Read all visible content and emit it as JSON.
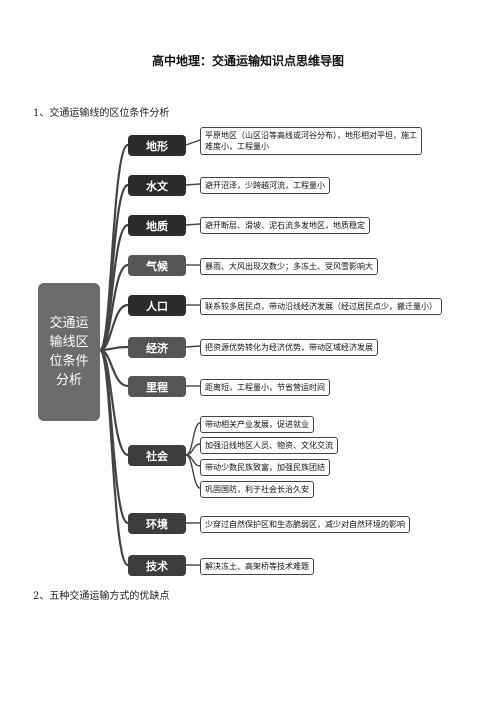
{
  "title": "高中地理：交通运输知识点思维导图",
  "sections": {
    "s1": "1、交通运输线的区位条件分析",
    "s2": "2、五种交通运输方式的优缺点"
  },
  "root": "交通运输线区位条件分析",
  "categories": {
    "terrain": "地形",
    "hydrology": "水文",
    "geology": "地质",
    "climate": "气候",
    "population": "人口",
    "economy": "经济",
    "mileage": "里程",
    "society": "社会",
    "environment": "环境",
    "technology": "技术"
  },
  "leaves": {
    "terrain": "平原地区（山区沿等高线或河谷分布），地形相对平坦，施工难度小，工程量小",
    "hydrology": "避开沼泽，少跨越河流，工程量小",
    "geology": "避开断层、滑坡、泥石流多发地区，地质稳定",
    "climate": "暴雨、大风出现次数少；多冻土、受风雪影响大",
    "population": "联系较多居民点，带动沿线经济发展（经过居民点少，搬迁量小）",
    "economy": "把资源优势转化为经济优势，带动区域经济发展",
    "mileage": "距离短，工程量小，节省营运时间",
    "society": [
      "带动相关产业发展，促进就业",
      "加强沿线地区人员、物资、文化交流",
      "带动少数民族致富，加强民族团结",
      "巩固国防，利于社会长治久安"
    ],
    "environment": "少穿过自然保护区和生态脆弱区，减少对自然环境的影响",
    "technology": "解决冻土、高架桥等技术难题"
  }
}
